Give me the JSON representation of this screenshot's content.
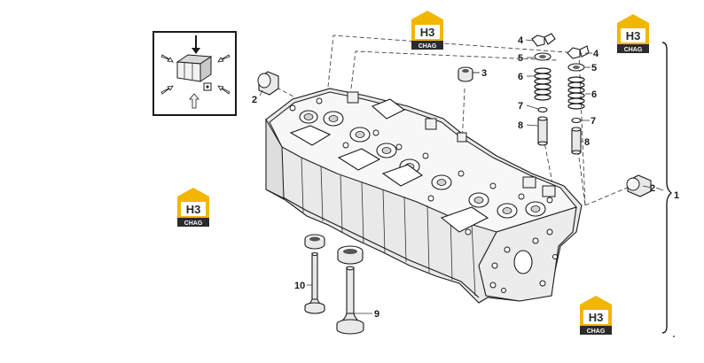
{
  "callouts": [
    "1",
    "2",
    "2",
    "3",
    "4",
    "4",
    "5",
    "5",
    "6",
    "6",
    "7",
    "7",
    "8",
    "8",
    "9",
    "10"
  ],
  "watermark": {
    "main": "H3",
    "sub": "CHAG",
    "colors": {
      "yellow": "#f2b600",
      "dark": "#2b2b2b",
      "white": "#ffffff"
    }
  },
  "colors": {
    "line": "#1a1a1a",
    "fill": "#e9e9e9",
    "background": "#ffffff"
  }
}
